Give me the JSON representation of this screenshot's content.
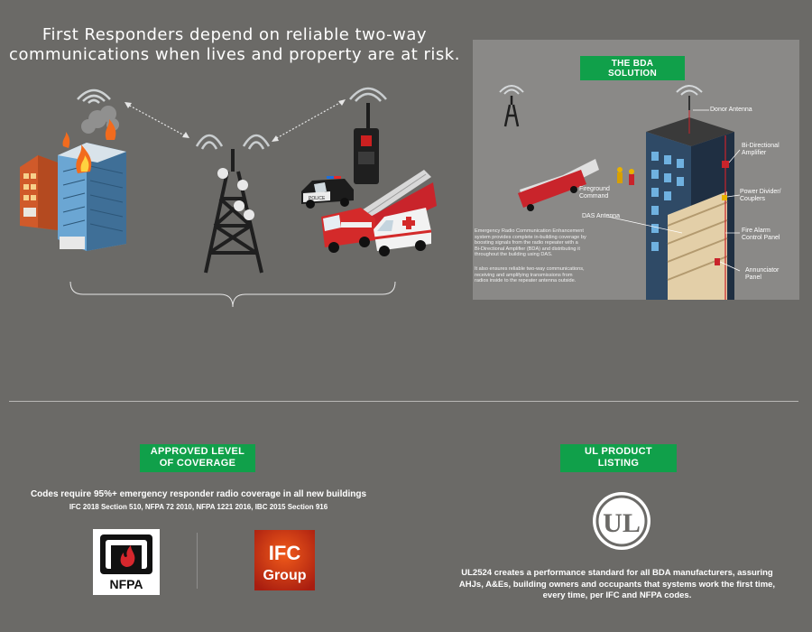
{
  "headline": {
    "line1": "First Responders depend on reliable two-way",
    "line2": "communications when lives and property are at risk."
  },
  "illustration": {
    "police_car_text": "POLICE"
  },
  "bda": {
    "title_line1": "THE BDA",
    "title_line2": "SOLUTION",
    "labels": {
      "donor_antenna": "Donor Antenna",
      "bda_line1": "Bi-Directional",
      "bda_line2": "Amplifier",
      "pdc_line1": "Power Divider/",
      "pdc_line2": "Couplers",
      "facp_line1": "Fire Alarm",
      "facp_line2": "Control Panel",
      "annunciator_line1": "Annunciator",
      "annunciator_line2": "Panel",
      "fireground_line1": "Fireground",
      "fireground_line2": "Command",
      "das_antenna": "DAS Antenna"
    },
    "description1": [
      "Emergency Radio Communication Enhancement",
      "system provides complete in-building coverage by",
      "boosting signals from the radio repeater with a",
      "Bi-Directional Amplifier (BDA) and distributing it",
      "throughout the building using DAS."
    ],
    "description2": [
      "It also ensures reliable two-way communications,",
      "receiving and amplifying transmissions from",
      "radios inside to the repeater antenna outside."
    ]
  },
  "coverage": {
    "tag_line1": "APPROVED LEVEL",
    "tag_line2": "OF COVERAGE",
    "requirement": "Codes require 95%+ emergency responder radio coverage in all new buildings",
    "sections": "IFC 2018 Section 510, NFPA 72 2010, NFPA 1221 2016, IBC 2015 Section 916",
    "nfpa_logo_text": "NFPA",
    "ifc_logo_line1": "IFC",
    "ifc_logo_line2": "Group"
  },
  "listing": {
    "tag_line1": "UL PRODUCT",
    "tag_line2": "LISTING",
    "ul_logo_text": "UL",
    "description": [
      "UL2524 creates a performance standard for all BDA manufacturers, assuring",
      "AHJs, A&Es, building owners and occupants that systems work the first time,",
      "every time, per IFC and NFPA codes."
    ]
  },
  "colors": {
    "background": "#6b6a67",
    "accent_green": "#10a04a",
    "panel_gray": "#8a8987"
  }
}
